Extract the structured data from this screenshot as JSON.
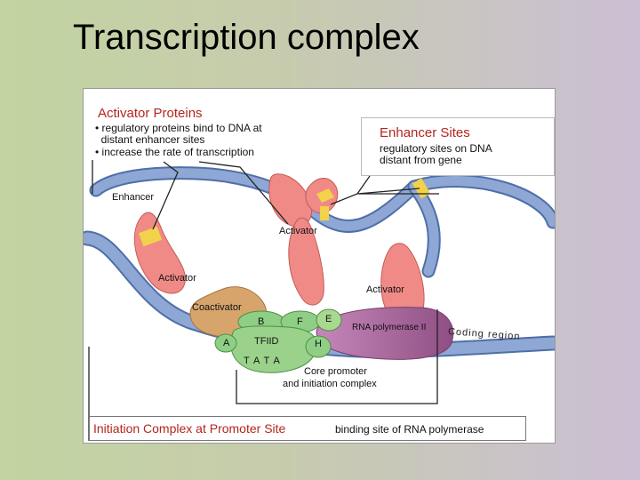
{
  "slide": {
    "title": "Transcription complex"
  },
  "activator_box": {
    "heading": "Activator Proteins",
    "bullets": [
      "• regulatory proteins bind to DNA at",
      "  distant enhancer sites",
      "• increase the rate of transcription"
    ]
  },
  "enhancer_box": {
    "heading": "Enhancer Sites",
    "lines": [
      "regulatory sites on DNA",
      "distant from gene"
    ]
  },
  "labels": {
    "enhancer": "Enhancer",
    "activator_top": "Activator",
    "activator_left": "Activator",
    "activator_right": "Activator",
    "coactivator": "Coactivator",
    "b": "B",
    "f": "F",
    "e": "E",
    "a": "A",
    "tfiid": "TFIID",
    "h": "H",
    "tata": "T A T A",
    "rna_pol": "RNA polymerase II",
    "coding": "Coding region",
    "core1": "Core promoter",
    "core2": "and initiation complex"
  },
  "bottom_box": {
    "heading": "Initiation Complex at Promoter Site",
    "text": "binding site of RNA polymerase"
  },
  "colors": {
    "dna": "#7f98c9",
    "dna_edge": "#4f6fa8",
    "activator": "#f08a86",
    "enhancer_band": "#f2d24a",
    "coactivator": "#d7a56b",
    "tf_green": "#8fcf85",
    "rna_pol": "#b46aa8",
    "accent_red": "#b3261e"
  }
}
